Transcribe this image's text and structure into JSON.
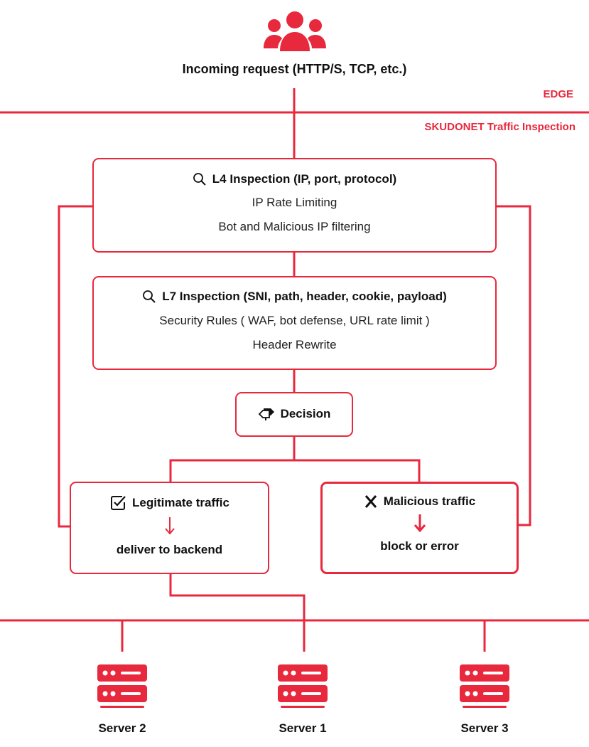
{
  "header": {
    "users_icon": "users-icon",
    "incoming_label": "Incoming request (HTTP/S, TCP, etc.)"
  },
  "zones": {
    "edge": "EDGE",
    "inspection": "SKUDONET Traffic Inspection"
  },
  "l4": {
    "icon": "search-icon",
    "title": "L4 Inspection (IP, port, protocol)",
    "lines": [
      "IP Rate Limiting",
      "Bot and Malicious IP filtering"
    ]
  },
  "l7": {
    "icon": "search-icon",
    "title": "L7 Inspection (SNI, path, header, cookie, payload)",
    "lines": [
      "Security Rules ( WAF, bot defense, URL rate limit )",
      "Header Rewrite"
    ]
  },
  "decision": {
    "icon": "signpost-icon",
    "label": "Decision"
  },
  "legitimate": {
    "icon": "checkbox-icon",
    "title": "Legitimate traffic",
    "action": "deliver to backend"
  },
  "malicious": {
    "icon": "x-icon",
    "title": "Malicious traffic",
    "action": "block or error"
  },
  "servers": [
    {
      "icon": "server-icon",
      "label": "Server 2"
    },
    {
      "icon": "server-icon",
      "label": "Server 1"
    },
    {
      "icon": "server-icon",
      "label": "Server 3"
    }
  ],
  "colors": {
    "accent": "#e8283d",
    "text": "#111111"
  }
}
